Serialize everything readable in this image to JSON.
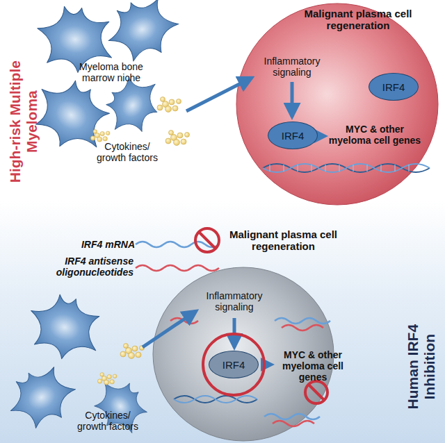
{
  "diagram": {
    "nodes": [
      {
        "text": [
          "Malignant plasma cell regeneration"
        ]
      },
      {
        "text": [
          "IRF4"
        ],
        "in": 0
      },
      {
        "text": [
          "IRF4"
        ],
        "in": 0
      },
      {
        "text": [
          "Malignant plasma cell regeneration"
        ]
      },
      {
        "text": [
          "IRF4"
        ],
        "in": 3
      }
    ],
    "labels": [
      "High-risk Multiple Myeloma",
      "Myeloma bone marrow niche",
      "Cytokines/ growth factors",
      "Inflammatory signaling",
      "MYC & other myeloma cell genes",
      "IRF4 mRNA",
      "IRF4 antisense oligonucleotides",
      "Inflammatory signaling",
      "MYC & other myeloma cell genes",
      "Cytokines/ growth factors",
      "Human IRF4 Inhibition"
    ]
  }
}
